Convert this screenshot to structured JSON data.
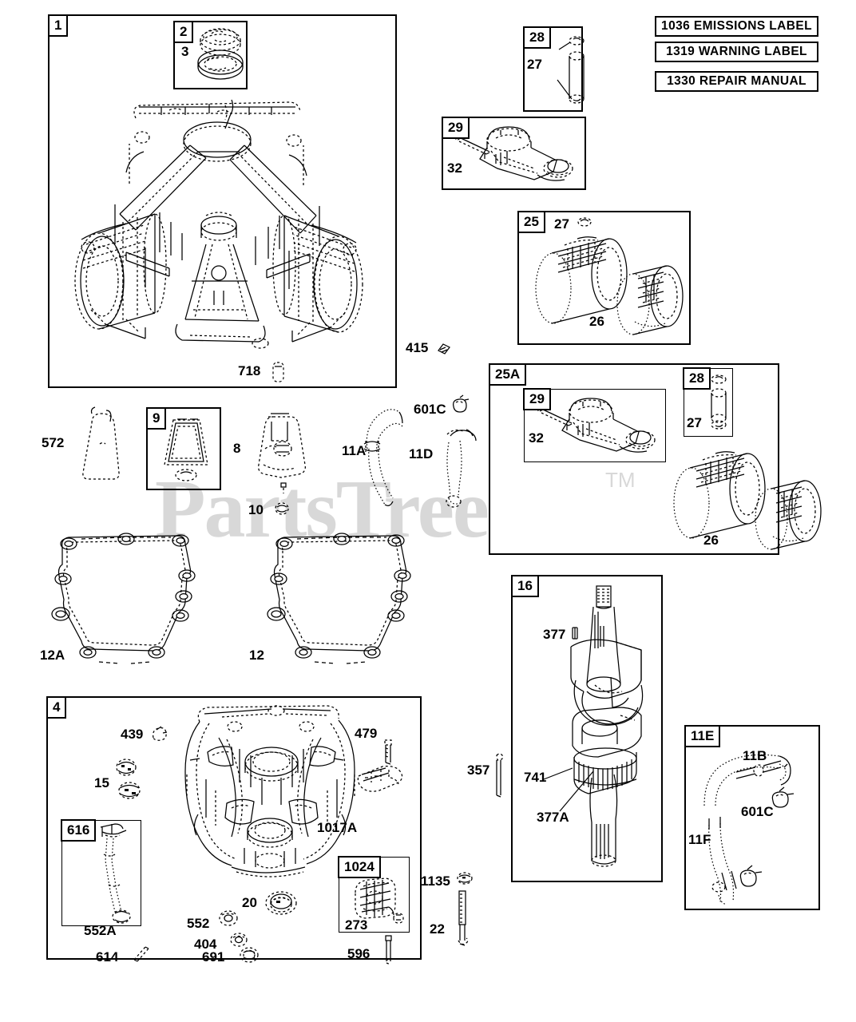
{
  "document": {
    "type": "parts-diagram",
    "watermark": "PartsTree",
    "watermark_tm": "TM",
    "subject": "Briggs & Stratton V-twin engine cylinder, crankshaft, piston and sump parts breakdown"
  },
  "label_boxes": [
    {
      "ref": "1036",
      "text": "1036 EMISSIONS LABEL"
    },
    {
      "ref": "1319",
      "text": "1319 WARNING LABEL"
    },
    {
      "ref": "1330",
      "text": "1330 REPAIR MANUAL"
    }
  ],
  "panels": [
    {
      "id": "panel-1",
      "tag": "1",
      "name": "cylinder-block-assembly",
      "callouts": [
        {
          "ref": "718",
          "name": "dowel-pin"
        }
      ],
      "subpanels": [
        {
          "tag": "2",
          "name": "breather-assembly",
          "callouts": [
            {
              "ref": "3",
              "name": "breather-gasket"
            }
          ]
        }
      ]
    },
    {
      "id": "panel-28-top",
      "tag": "28",
      "name": "piston-pin-and-lock-set",
      "callouts": [
        {
          "ref": "27",
          "name": "piston-pin-lock"
        }
      ]
    },
    {
      "id": "panel-29-top",
      "tag": "29",
      "name": "connecting-rod-assembly",
      "callouts": [
        {
          "ref": "32",
          "name": "connecting-rod-screw"
        }
      ]
    },
    {
      "id": "panel-25",
      "tag": "25",
      "name": "piston-assembly-standard",
      "callouts": [
        {
          "ref": "27",
          "name": "piston-pin-lock"
        },
        {
          "ref": "26",
          "name": "piston-ring-set"
        }
      ]
    },
    {
      "id": "panel-25A",
      "tag": "25A",
      "name": "piston-assembly-oversize",
      "callouts": [
        {
          "ref": "26",
          "name": "piston-ring-set"
        }
      ],
      "subpanels": [
        {
          "tag": "29",
          "name": "connecting-rod-assembly",
          "callouts": [
            {
              "ref": "32",
              "name": "connecting-rod-screw"
            }
          ]
        },
        {
          "tag": "28",
          "name": "piston-pin-and-lock-set",
          "callouts": [
            {
              "ref": "27",
              "name": "piston-pin-lock"
            }
          ]
        }
      ]
    },
    {
      "id": "panel-16",
      "tag": "16",
      "name": "crankshaft-assembly",
      "callouts": [
        {
          "ref": "377",
          "name": "crankshaft-key"
        },
        {
          "ref": "741",
          "name": "crankshaft-gear"
        },
        {
          "ref": "377A",
          "name": "crankshaft-key-lower"
        }
      ]
    },
    {
      "id": "panel-11E",
      "tag": "11E",
      "name": "breather-hose-kit",
      "callouts": [
        {
          "ref": "11B",
          "name": "breather-hose"
        },
        {
          "ref": "601C",
          "name": "hose-clamp"
        },
        {
          "ref": "11F",
          "name": "breather-tube"
        }
      ]
    },
    {
      "id": "panel-4",
      "tag": "4",
      "name": "sump-crankcase-assembly",
      "callouts": [
        {
          "ref": "439",
          "name": "governor-shaft"
        },
        {
          "ref": "15",
          "name": "oil-seal-set"
        },
        {
          "ref": "479",
          "name": "oil-pump-screw"
        },
        {
          "ref": "1017A",
          "name": "sump-casting"
        },
        {
          "ref": "20",
          "name": "oil-seal"
        },
        {
          "ref": "552",
          "name": "washer"
        },
        {
          "ref": "404",
          "name": "washer-small"
        },
        {
          "ref": "691",
          "name": "retaining-ring"
        },
        {
          "ref": "614",
          "name": "cotter-pin"
        },
        {
          "ref": "596",
          "name": "screw"
        }
      ],
      "subpanels": [
        {
          "tag": "616",
          "name": "governor-crank-assembly",
          "callouts": [
            {
              "ref": "552A",
              "name": "governor-washer"
            }
          ]
        },
        {
          "tag": "1024",
          "name": "oil-pump-assembly",
          "callouts": [
            {
              "ref": "273",
              "name": "oil-pump-rotor"
            }
          ]
        }
      ]
    }
  ],
  "loose_callouts": [
    {
      "ref": "415",
      "name": "plug"
    },
    {
      "ref": "572",
      "name": "cylinder-head-shield"
    },
    {
      "ref": "9",
      "name": "valve-cover-gasket-panel"
    },
    {
      "ref": "8",
      "name": "valve-cover"
    },
    {
      "ref": "10",
      "name": "valve-cover-screw"
    },
    {
      "ref": "11A",
      "name": "breather-hose-upper"
    },
    {
      "ref": "601C",
      "name": "hose-clamp"
    },
    {
      "ref": "11D",
      "name": "breather-hose-lower"
    },
    {
      "ref": "12A",
      "name": "crankcase-gasket-a"
    },
    {
      "ref": "12",
      "name": "crankcase-gasket"
    },
    {
      "ref": "357",
      "name": "long-bolt"
    },
    {
      "ref": "1135",
      "name": "washer-lock"
    },
    {
      "ref": "22",
      "name": "stud-bolt"
    }
  ]
}
